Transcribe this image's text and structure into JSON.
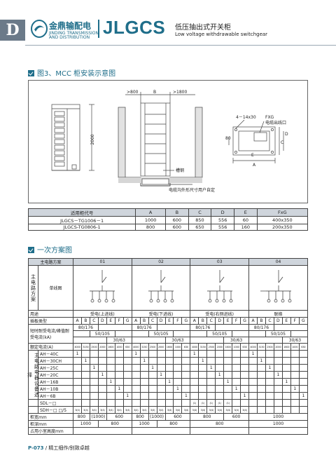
{
  "header": {
    "tab_letter": "D",
    "company_cn": "金鼎输配电",
    "company_en_1": "JINDING TRANSMISSION",
    "company_en_2": "AND DISTRIBUTION",
    "model": "JLGCS",
    "title_cn": "低压抽出式开关柜",
    "title_en": "Low voltage withdrawable switchgear"
  },
  "fig3": {
    "heading": "图3、MCC 柜安装示意图",
    "labels": {
      "gt800": ">800",
      "b": "B",
      "gt1800": ">1800",
      "h2000": "2000",
      "channel": "槽钢",
      "cable_note": "电缆沟外形尺寸用户自定",
      "dim_4_14x30": "4－14x30",
      "fxg": "FXG",
      "cable_outlet": "电缆出线口",
      "d": "D",
      "e": "E",
      "c": "C",
      "a": "A",
      "n80": "80"
    }
  },
  "dim_table": {
    "headers": [
      "适用柜代号",
      "A",
      "B",
      "C",
      "D",
      "E",
      "FxG"
    ],
    "rows": [
      [
        "JLGCS－TG1006－1",
        "1000",
        "600",
        "850",
        "556",
        "60",
        "400x350"
      ],
      [
        "JLGCS-TG0806-1",
        "800",
        "600",
        "650",
        "556",
        "160",
        "200x350"
      ]
    ]
  },
  "scheme": {
    "heading": "一次方案图",
    "main_label": "主电路方案",
    "side_main": "主电路方案",
    "single_line": "单线图",
    "scheme_nos": [
      "01",
      "02",
      "03",
      "04"
    ],
    "usage_label": "用途",
    "usages": [
      "受电(上进线)",
      "受电(下进线)",
      "受电(右侧进线)",
      "联络"
    ],
    "scheme_no_label": "插板类型",
    "letters": [
      "A",
      "B",
      "C",
      "D",
      "E",
      "F",
      "G"
    ],
    "short_label": "短时耐受电流/峰值耐受电流(kA)",
    "short_values": {
      "v1": "80/176",
      "v2": "50/105",
      "v3": "30/63"
    },
    "rated_label": "额定电流(A)",
    "rated_values": [
      "4000",
      "3150",
      "2500",
      "2000",
      "1600",
      "1000",
      "630"
    ],
    "side_components": "主电路电器设备选择",
    "components": [
      "AH－40C",
      "AH－30CH",
      "AH－25C",
      "AH－20C",
      "AH－16B",
      "AH－10B",
      "AH－6B"
    ],
    "sdl_label": "SDL－□",
    "sdl_mark": "(1)",
    "sdh_label": "SDH－□ □/5",
    "sdh_mark": "3(4)",
    "one": "1",
    "width_label": "柜宽mm",
    "depth_label": "柜深mm",
    "drawer_label": "占用小室高度mm",
    "width_values": {
      "g1a": "800",
      "g1b": "(1000)",
      "g1c": "600",
      "g2a": "800",
      "g2b": "(1000)",
      "g2c": "600",
      "g3a": "800",
      "g3b": "600",
      "g4": "1000"
    },
    "depth_values": {
      "g1a": "1000",
      "g1b": "800",
      "g2a": "1000",
      "g2b": "800",
      "g3": "800",
      "g4": "1000"
    }
  },
  "footer": {
    "page": "P-073",
    "text": "精工细作/别致卓越"
  },
  "colors": {
    "brand": "#1f6e8a",
    "header_fill": "#cfd5dc",
    "tab": "#6b7a89"
  }
}
